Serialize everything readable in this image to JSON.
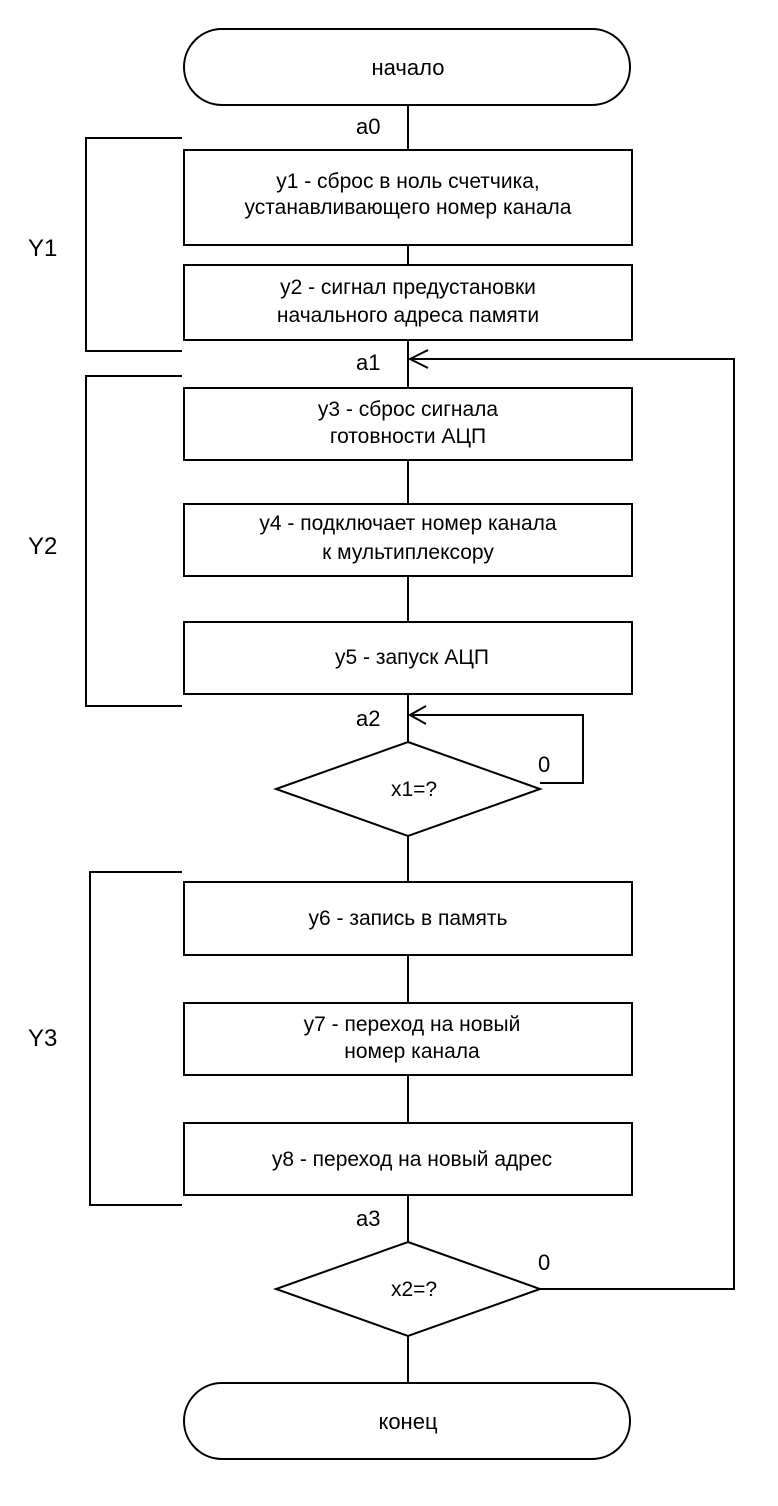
{
  "flowchart": {
    "start": "начало",
    "end": "конец",
    "states": {
      "a0": "a0",
      "a1": "a1",
      "a2": "a2",
      "a3": "a3"
    },
    "groups": {
      "Y1": "Y1",
      "Y2": "Y2",
      "Y3": "Y3"
    },
    "steps": {
      "y1": [
        "y1 - сброс в ноль счетчика,",
        "устанавливающего номер канала"
      ],
      "y2": [
        "y2 - сигнал предустановки",
        "начального адреса памяти"
      ],
      "y3": [
        "y3 - сброс сигнала",
        "готовности АЦП"
      ],
      "y4": [
        "y4 - подключает номер канала",
        "к мультиплексору"
      ],
      "y5": [
        "y5 - запуск АЦП"
      ],
      "y6": [
        "y6 - запись в память"
      ],
      "y7": [
        "y7 - переход на новый",
        "номер канала"
      ],
      "y8": [
        "y8 - переход на новый адрес"
      ]
    },
    "decisions": {
      "x1": "x1=?",
      "x2": "x2=?"
    },
    "branch_labels": {
      "x1_false": "0",
      "x2_false": "0"
    }
  }
}
